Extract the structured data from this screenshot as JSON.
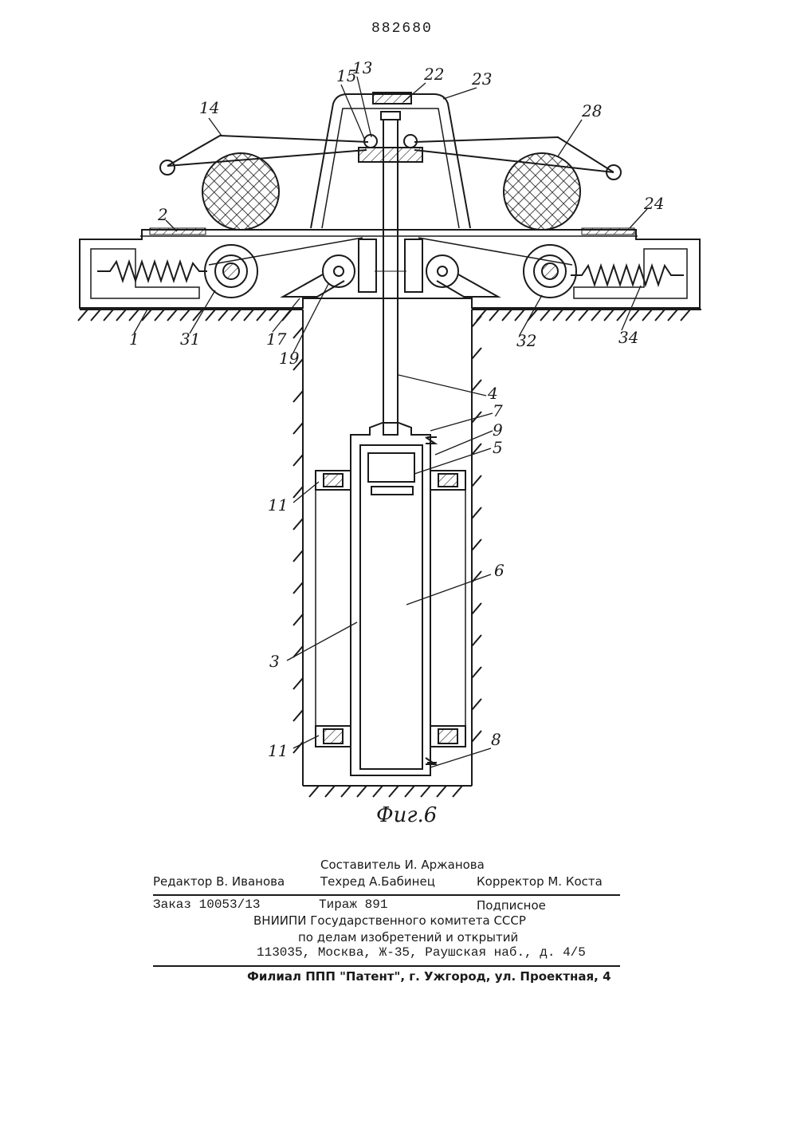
{
  "document": {
    "number": "882680"
  },
  "figure": {
    "caption": "Фиг.6",
    "part_labels": [
      "14",
      "15",
      "13",
      "22",
      "23",
      "28",
      "2",
      "24",
      "1",
      "31",
      "17",
      "19",
      "32",
      "34",
      "4",
      "7",
      "9",
      "5",
      "11",
      "6",
      "3",
      "11",
      "8"
    ]
  },
  "footer": {
    "composer": "Составитель И. Аржанова",
    "editor": "Редактор В. Иванова",
    "techred": "Техред А.Бабинец",
    "corrector": "Корректор М. Коста",
    "order": "Заказ 10053/13",
    "print_run": "Тираж 891",
    "subscription": "Подписное",
    "org_line1": "ВНИИПИ Государственного комитета СССР",
    "org_line2": "по делам изобретений и открытий",
    "address": "113035, Москва, Ж-35, Раушская наб., д. 4/5",
    "branch": "Филиал ППП \"Патент\", г. Ужгород, ул. Проектная, 4"
  }
}
